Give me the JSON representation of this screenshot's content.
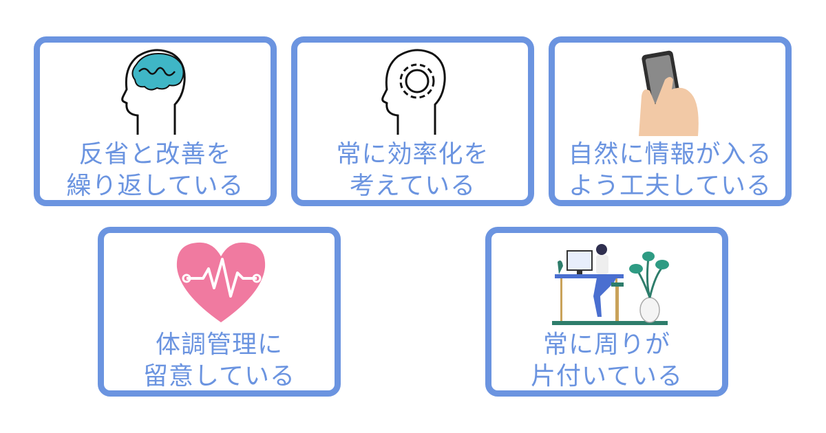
{
  "colors": {
    "border": "#6b94e0",
    "text": "#6b94e0",
    "heart": "#f07aa0",
    "brain": "#3fb6c6",
    "skin": "#f2c9a6"
  },
  "cards": [
    {
      "icon": "head-brain-icon",
      "line1": "反省と改善を",
      "line2": "繰り返している"
    },
    {
      "icon": "head-gear-icon",
      "line1": "常に効率化を",
      "line2": "考えている"
    },
    {
      "icon": "hand-smartphone-icon",
      "line1": "自然に情報が入る",
      "line2": "よう工夫している"
    },
    {
      "icon": "heart-pulse-icon",
      "line1": "体調管理に",
      "line2": "留意している"
    },
    {
      "icon": "tidy-desk-icon",
      "line1": "常に周りが",
      "line2": "片付いている"
    }
  ]
}
